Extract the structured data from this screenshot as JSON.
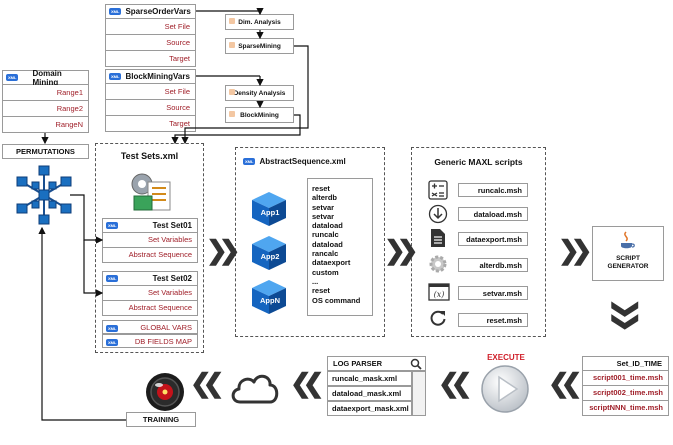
{
  "sparse_order": {
    "title": "SparseOrderVars",
    "rows": [
      "Set File",
      "Source",
      "Target"
    ]
  },
  "block_mining": {
    "title": "BlockMiningVars",
    "rows": [
      "Set File",
      "Source",
      "Target"
    ]
  },
  "maxl_nodes": {
    "dim_analysis": "Dim. Analysis",
    "sparse_mining": "SparseMining",
    "density_analysis": "Density Analysis",
    "block_mining": "BlockMining"
  },
  "domain_mining": {
    "title": "Domain Mining",
    "rows": [
      "Range1",
      "Range2",
      "RangeN"
    ]
  },
  "permutations": "PERMUTATIONS",
  "test_sets": {
    "title": "Test Sets.xml",
    "set01": {
      "title": "Test Set01",
      "rows": [
        "Set Variables",
        "Abstract Sequence"
      ]
    },
    "set02": {
      "title": "Test Set02",
      "rows": [
        "Set Variables",
        "Abstract Sequence"
      ]
    },
    "global_vars": "GLOBAL VARS",
    "db_fields": "DB FIELDS MAP"
  },
  "xml_badge": "XML",
  "abstract_sequence": {
    "title": "AbstractSequence.xml",
    "apps": [
      "App1",
      "App2",
      "AppN"
    ],
    "commands": [
      "reset",
      "alterdb",
      "setvar",
      "setvar",
      "dataload",
      "runcalc",
      "dataload",
      "rancalc",
      "dataexport",
      "custom",
      "...",
      "reset",
      "OS command"
    ]
  },
  "maxl_scripts": {
    "title": "Generic MAXL scripts",
    "files": [
      "runcalc.msh",
      "dataload.msh",
      "dataexport.msh",
      "alterdb.msh",
      "setvar.msh",
      "reset.msh"
    ]
  },
  "script_generator": {
    "line1": "SCRIPT",
    "line2": "GENERATOR"
  },
  "set_id": {
    "title": "Set_ID_TIME",
    "rows": [
      "script001_time.msh",
      "script002_time.msh",
      "scriptNNN_time.msh"
    ]
  },
  "execute": "EXECUTE",
  "log_parser": {
    "title": "LOG PARSER",
    "rows": [
      "runcalc_mask.xml",
      "dataload_mask.xml",
      "dataexport_mask.xml"
    ]
  },
  "training": "TRAINING",
  "colors": {
    "accent_red": "#a0202a",
    "xml_blue": "#2a6fd8",
    "cube_blue": "#1565c0",
    "execute_red": "#d0202a"
  }
}
